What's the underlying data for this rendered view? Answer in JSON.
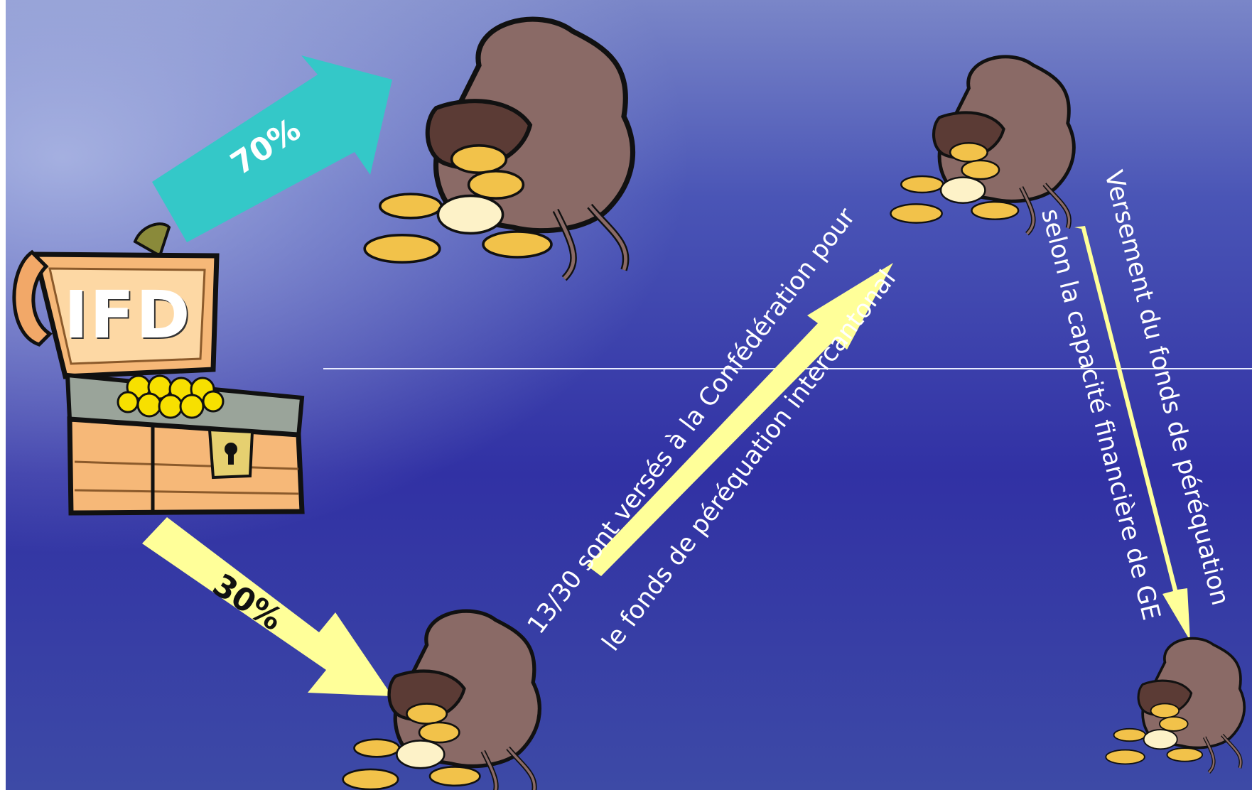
{
  "chest": {
    "label": "IFD"
  },
  "arrows": {
    "top_pct": "70%",
    "bottom_pct": "30%"
  },
  "notes": {
    "diag_line1": "13/30 sont versés à la Confédération pour",
    "diag_line2": "le fonds de péréquation intercantonal",
    "right_line1": "Versement du fonds de péréquation",
    "right_line2": "selon la capacité financière de GE"
  },
  "colors": {
    "background": "#3a3aa8",
    "teal_arrow": "#34c8c8",
    "yellow_arrow": "#ffff99",
    "bag": "#8a6a66",
    "coins": "#f2c24a"
  },
  "icons": [
    "treasure-chest-icon",
    "money-bag-icon"
  ]
}
